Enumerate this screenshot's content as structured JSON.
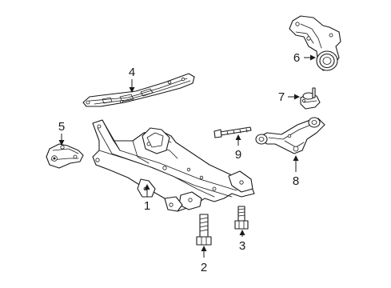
{
  "callouts": [
    {
      "id": "1",
      "text": "1",
      "part": "crossmember"
    },
    {
      "id": "2",
      "text": "2",
      "part": "bolt"
    },
    {
      "id": "3",
      "text": "3",
      "part": "bolt"
    },
    {
      "id": "4",
      "text": "4",
      "part": "reinforcement-brace"
    },
    {
      "id": "5",
      "text": "5",
      "part": "mount-bracket"
    },
    {
      "id": "6",
      "text": "6",
      "part": "steering-knuckle"
    },
    {
      "id": "7",
      "text": "7",
      "part": "ball-joint"
    },
    {
      "id": "8",
      "text": "8",
      "part": "lower-control-arm"
    },
    {
      "id": "9",
      "text": "9",
      "part": "bolt"
    }
  ]
}
